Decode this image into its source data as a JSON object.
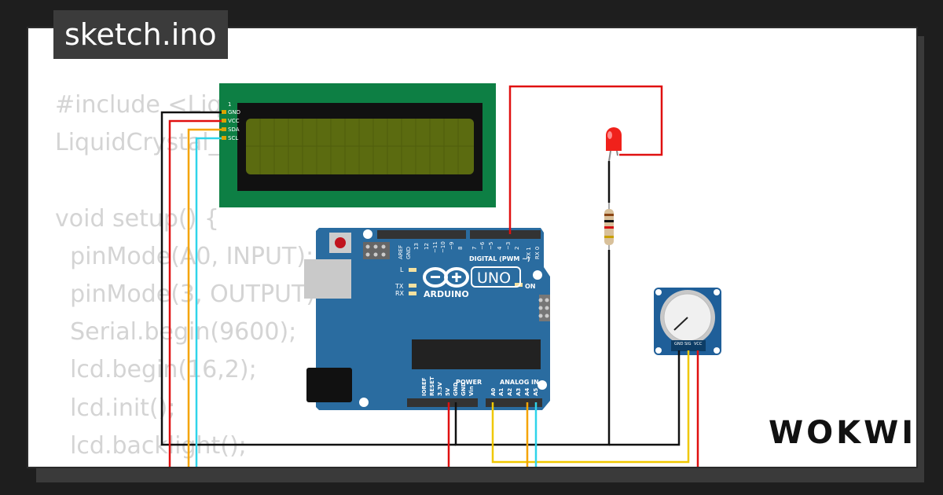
{
  "project": {
    "filename": "sketch.ino"
  },
  "brand": {
    "name": "WOKWI"
  },
  "code": {
    "lines": [
      "#include <LiquidCrystal_I2C.h>",
      "LiquidCrystal_I2C lcd(0x27, 16, 2);",
      "",
      "void setup() {",
      "  pinMode(A0, INPUT);",
      "  pinMode(3, OUTPUT);",
      "  Serial.begin(9600);",
      "  lcd.begin(16,2);",
      "  lcd.init();",
      "  lcd.backlight();",
      "}"
    ]
  },
  "lcd": {
    "pins": [
      "1",
      "GND",
      "VCC",
      "SDA",
      "SCL"
    ]
  },
  "arduino": {
    "model": "UNO",
    "brand": "ARDUINO",
    "digital_label": "DIGITAL (PWM ~)",
    "power_label": "POWER",
    "analog_label": "ANALOG IN",
    "on_label": "ON",
    "led_labels": [
      "L",
      "TX",
      "RX"
    ],
    "top_pins": [
      "AREF",
      "GND",
      "13",
      "12",
      "~11",
      "~10",
      "~9",
      "8",
      "7",
      "~6",
      "~5",
      "4",
      "~3",
      "2",
      "TX 1",
      "RX 0"
    ],
    "power_pins": [
      "IOREF",
      "RESET",
      "3.3V",
      "5V",
      "GND",
      "GND",
      "Vin"
    ],
    "analog_pins": [
      "A0",
      "A1",
      "A2",
      "A3",
      "A4",
      "A5"
    ]
  },
  "potentiometer": {
    "pins": [
      "GND",
      "SIG",
      "VCC"
    ]
  },
  "colors": {
    "wire_red": "#e01010",
    "wire_black": "#111111",
    "wire_orange": "#f5a400",
    "wire_cyan": "#2fd4ea",
    "wire_yellow": "#f0c800",
    "board_blue": "#2a6ca0",
    "lcd_green": "#0d7f44",
    "lcd_screen": "#5b6b10"
  }
}
